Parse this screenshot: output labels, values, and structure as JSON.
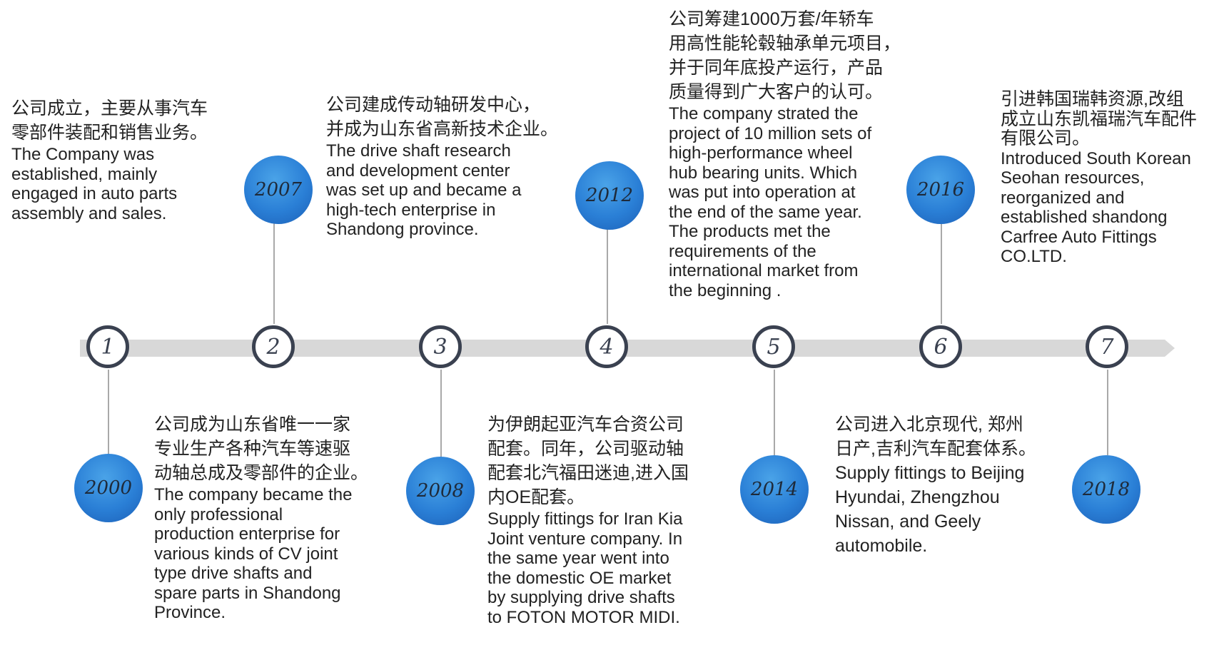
{
  "nodes": [
    "1",
    "2",
    "3",
    "4",
    "5",
    "6",
    "7"
  ],
  "events": [
    {
      "year": "2000",
      "zh": [
        "公司成立，主要从事汽车",
        "零部件装配和销售业务。"
      ],
      "en": [
        "The Company was",
        "established, mainly",
        "engaged in auto parts",
        "assembly and sales."
      ]
    },
    {
      "year": "2007",
      "zh": [
        "公司成为山东省唯一一家",
        "专业生产各种汽车等速驱",
        "动轴总成及零部件的企业。"
      ],
      "en": [
        "The company  became the",
        "only professional",
        "production enterprise for",
        "various kinds of CV joint",
        "type drive shafts and",
        "spare parts in Shandong",
        "Province."
      ]
    },
    {
      "year": "2008",
      "zh": [
        "公司建成传动轴研发中心，",
        "并成为山东省高新技术企业。"
      ],
      "en": [
        "The drive shaft research",
        "and development center",
        "was set up and became a",
        "high-tech enterprise in",
        "Shandong province."
      ]
    },
    {
      "year": "2012",
      "zh": [
        "为伊朗起亚汽车合资公司",
        "配套。同年，公司驱动轴",
        "配套北汽福田迷迪,进入国",
        "内OE配套。"
      ],
      "en": [
        "Supply fittings for  Iran Kia",
        "Joint venture company. In",
        "the same year went into",
        "the domestic OE market",
        "by supplying  drive shafts",
        "to FOTON MOTOR MIDI."
      ]
    },
    {
      "year": "2014",
      "zh": [
        "公司筹建1000万套/年轿车",
        "用高性能轮毂轴承单元项目，",
        "并于同年底投产运行，产品",
        "质量得到广大客户的认可。"
      ],
      "en": [
        "The company strated the",
        "project of 10 million sets of",
        "high-performance wheel",
        "hub bearing units. Which",
        "was put into operation at",
        "the end of the same year.",
        "The products met the",
        "requirements of the",
        "international market  from",
        "the beginning ."
      ]
    },
    {
      "year": "2016",
      "zh": [
        "公司进入北京现代, 郑州",
        "日产,吉利汽车配套体系。"
      ],
      "en": [
        "Supply fittings to Beijing",
        "Hyundai, Zhengzhou",
        "Nissan, and Geely",
        "automobile."
      ]
    },
    {
      "year": "2018",
      "zh": [
        "引进韩国瑞韩资源,改组",
        "成立山东凯福瑞汽车配件",
        "有限公司。"
      ],
      "en": [
        "Introduced South Korean",
        "Seohan resources,",
        "reorganized and",
        "established shandong",
        "Carfree Auto Fittings",
        "CO.LTD."
      ]
    }
  ]
}
